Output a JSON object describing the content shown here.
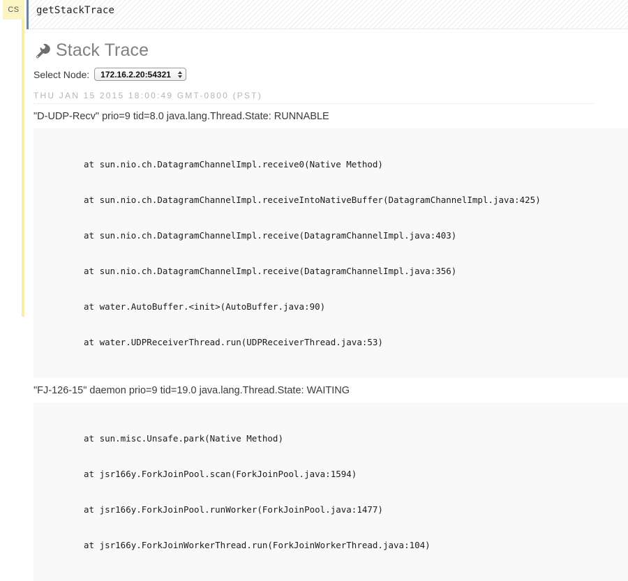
{
  "cell": {
    "badge": "CS",
    "title": "getStackTrace"
  },
  "section": {
    "icon": "wrench-icon",
    "title": "Stack Trace"
  },
  "node_selector": {
    "label": "Select Node:",
    "selected": "172.16.2.20:54321",
    "options": [
      "172.16.2.20:54321"
    ]
  },
  "timestamp": "THU JAN 15 2015 18:00:49 GMT-0800 (PST)",
  "threads": [
    {
      "header": "\"D-UDP-Recv\" prio=9 tid=8.0 java.lang.Thread.State: RUNNABLE",
      "frames": [
        "at sun.nio.ch.DatagramChannelImpl.receive0(Native Method)",
        "at sun.nio.ch.DatagramChannelImpl.receiveIntoNativeBuffer(DatagramChannelImpl.java:425)",
        "at sun.nio.ch.DatagramChannelImpl.receive(DatagramChannelImpl.java:403)",
        "at sun.nio.ch.DatagramChannelImpl.receive(DatagramChannelImpl.java:356)",
        "at water.AutoBuffer.<init>(AutoBuffer.java:90)",
        "at water.UDPReceiverThread.run(UDPReceiverThread.java:53)"
      ]
    },
    {
      "header": "\"FJ-126-15\" daemon prio=9 tid=19.0 java.lang.Thread.State: WAITING",
      "frames": [
        "at sun.misc.Unsafe.park(Native Method)",
        "at jsr166y.ForkJoinPool.scan(ForkJoinPool.java:1594)",
        "at jsr166y.ForkJoinPool.runWorker(ForkJoinPool.java:1477)",
        "at jsr166y.ForkJoinWorkerThread.run(ForkJoinWorkerThread.java:104)"
      ]
    }
  ],
  "colors": {
    "badge_bg": "#fbf5c5",
    "rail": "#f7efa5",
    "accent_rule": "#6f82a2",
    "trace_bg": "#f9f9f9"
  }
}
